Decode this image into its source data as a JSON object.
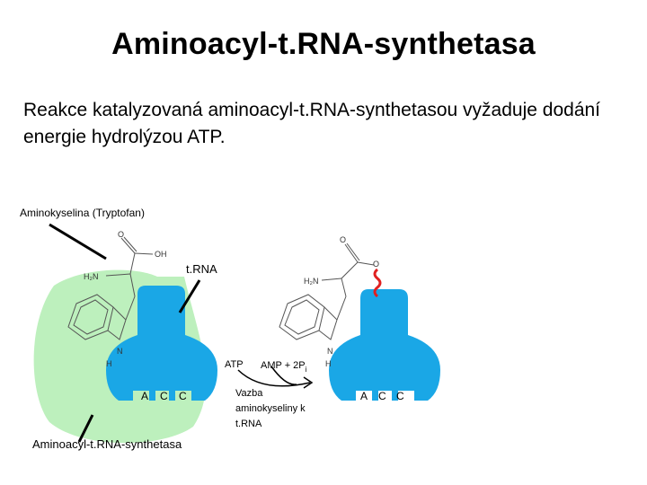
{
  "slide": {
    "title": "Aminoacyl-t.RNA-synthetasa",
    "intro": "Reakce katalyzovaná aminoacyl-t.RNA-synthetasou vyžaduje dodání energie hydrolýzou ATP."
  },
  "diagram": {
    "amino_acid_label": "Aminokyselina (Tryptofan)",
    "trna_label": "t.RNA",
    "enzyme_label": "Aminoacyl-t.RNA-synthetasa",
    "atp_label": "ATP",
    "products_label": "AMP + 2P",
    "products_subscript": "i",
    "bond_label_line1": "Vazba",
    "bond_label_line2": "aminokyseliny k",
    "bond_label_line3": "t.RNA",
    "anticodon_left": [
      "A",
      "C",
      "C"
    ],
    "anticodon_right": [
      "A",
      "C",
      "C"
    ],
    "molecule_atoms": {
      "oxygen": "O",
      "oh": "OH",
      "amine": "H₂N",
      "nitrogen": "N",
      "hydrogen": "H"
    },
    "colors": {
      "trna_blue": "#1aa7e6",
      "enzyme_green": "#bdf0bd",
      "bond_red": "#e02020"
    }
  }
}
